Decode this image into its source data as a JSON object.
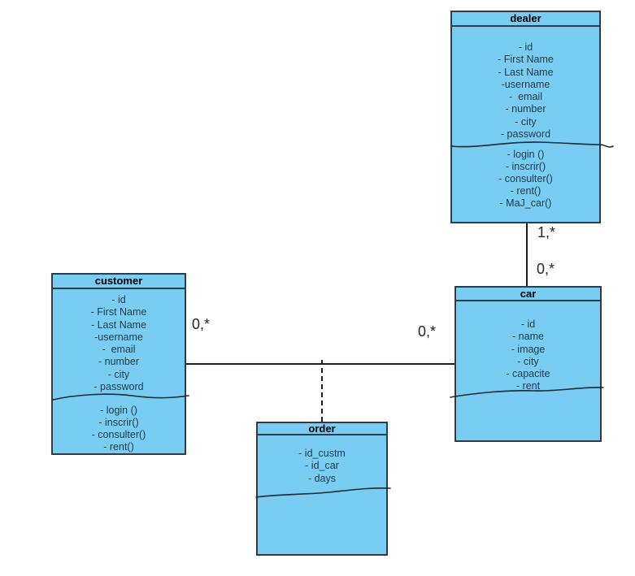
{
  "colors": {
    "background": "#ffffff",
    "class_fill": "#79ccf2",
    "class_border": "#2f3b45",
    "title_text": "#000000",
    "member_text": "#1c3a49",
    "connector": "#1e1e1e",
    "multiplicity_text": "#262626"
  },
  "classes": [
    {
      "name": "dealer",
      "title": "dealer",
      "attributes": [
        "- id",
        "- First Name",
        "- Last Name",
        "-username",
        "-  email",
        "- number",
        "- city",
        "- password"
      ],
      "methods": [
        "- login ()",
        "- inscrir()",
        "- consulter()",
        "- rent()",
        "- MaJ_car()"
      ]
    },
    {
      "name": "customer",
      "title": "customer",
      "attributes": [
        "- id",
        "- First Name",
        "- Last Name",
        "-username",
        "-  email",
        "- number",
        "- city",
        "- password"
      ],
      "methods": [
        "- login ()",
        "- inscrir()",
        "- consulter()",
        "- rent()"
      ]
    },
    {
      "name": "car",
      "title": "car",
      "attributes": [
        "- id",
        "- name",
        "- image",
        "- city",
        "- capacite",
        "- rent"
      ],
      "methods": []
    },
    {
      "name": "order",
      "title": "order",
      "attributes": [
        "- id_custm",
        "- id_car",
        "- days"
      ],
      "methods": []
    }
  ],
  "relations": {
    "dealer_car": {
      "top_label": "1,*",
      "bottom_label": "0,*"
    },
    "customer_car": {
      "left_label": "0,*",
      "right_label": "0,*"
    },
    "order_association": {
      "style": "dashed"
    }
  }
}
